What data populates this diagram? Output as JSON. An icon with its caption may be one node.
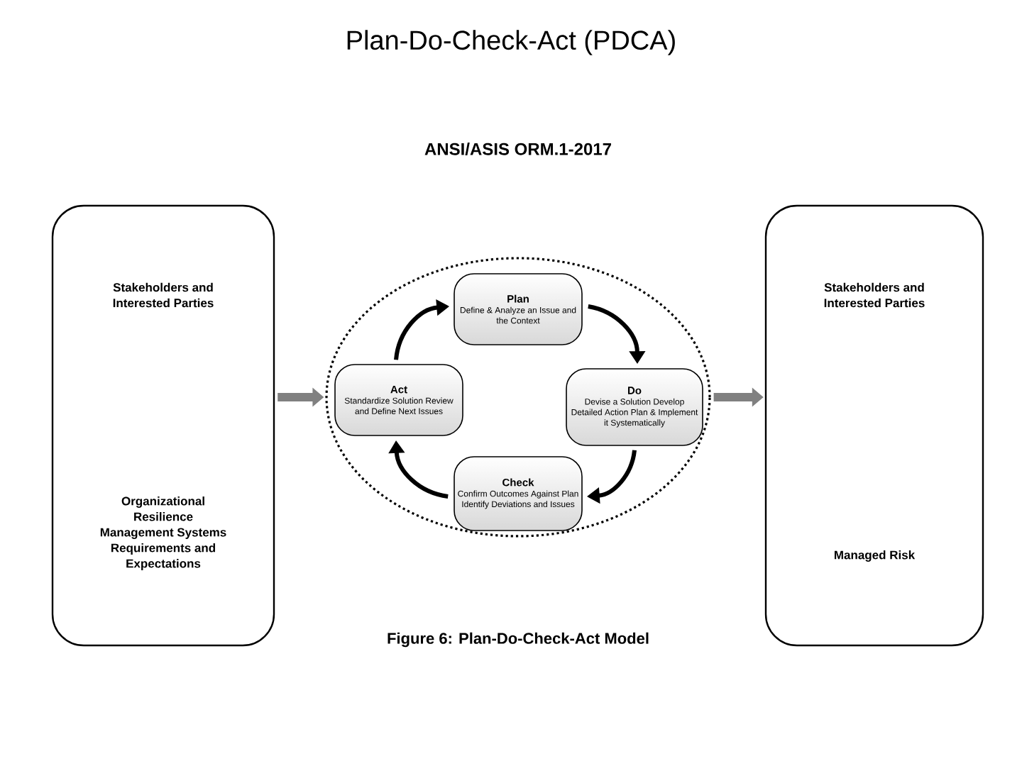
{
  "diagram": {
    "title": "Plan-Do-Check-Act (PDCA)",
    "caption": "Figure 6:   Plan-Do-Check-Act Model",
    "nodes": [
      {
        "text": [
          "Stakeholders and Interested Parties",
          "Organizational Resilience Management Systems Requirements and Expectations"
        ]
      },
      {
        "text": [],
        "shape": "circle"
      },
      {
        "text": [
          "Plan",
          "Define & Analyze an Issue and the Context"
        ],
        "in": 1
      },
      {
        "text": [
          "Do",
          "Devise a Solution Develop Detailed Action Plan & Implement it Systematically"
        ],
        "in": 1
      },
      {
        "text": [
          "Check",
          "Confirm Outcomes Against Plan Identify Deviations and Issues"
        ],
        "in": 1
      },
      {
        "text": [
          "Act",
          "Standardize Solution Review and Define Next Issues"
        ],
        "in": 1
      },
      {
        "text": [
          "Stakeholders and Interested Parties",
          "Managed Risk"
        ]
      }
    ],
    "edges": [
      {
        "from": 0,
        "to": 1,
        "arrow": "to",
        "style": "thick",
        "color": "#808080"
      },
      {
        "from": 1,
        "to": 6,
        "arrow": "to",
        "style": "thick",
        "color": "#808080"
      },
      {
        "from": 2,
        "to": 3,
        "arrow": "to"
      },
      {
        "from": 3,
        "to": 4,
        "arrow": "to"
      },
      {
        "from": 4,
        "to": 5,
        "arrow": "to"
      },
      {
        "from": 5,
        "to": 2,
        "arrow": "to"
      }
    ],
    "labels": [
      "ANSI/ASIS ORM.1-2017"
    ]
  }
}
